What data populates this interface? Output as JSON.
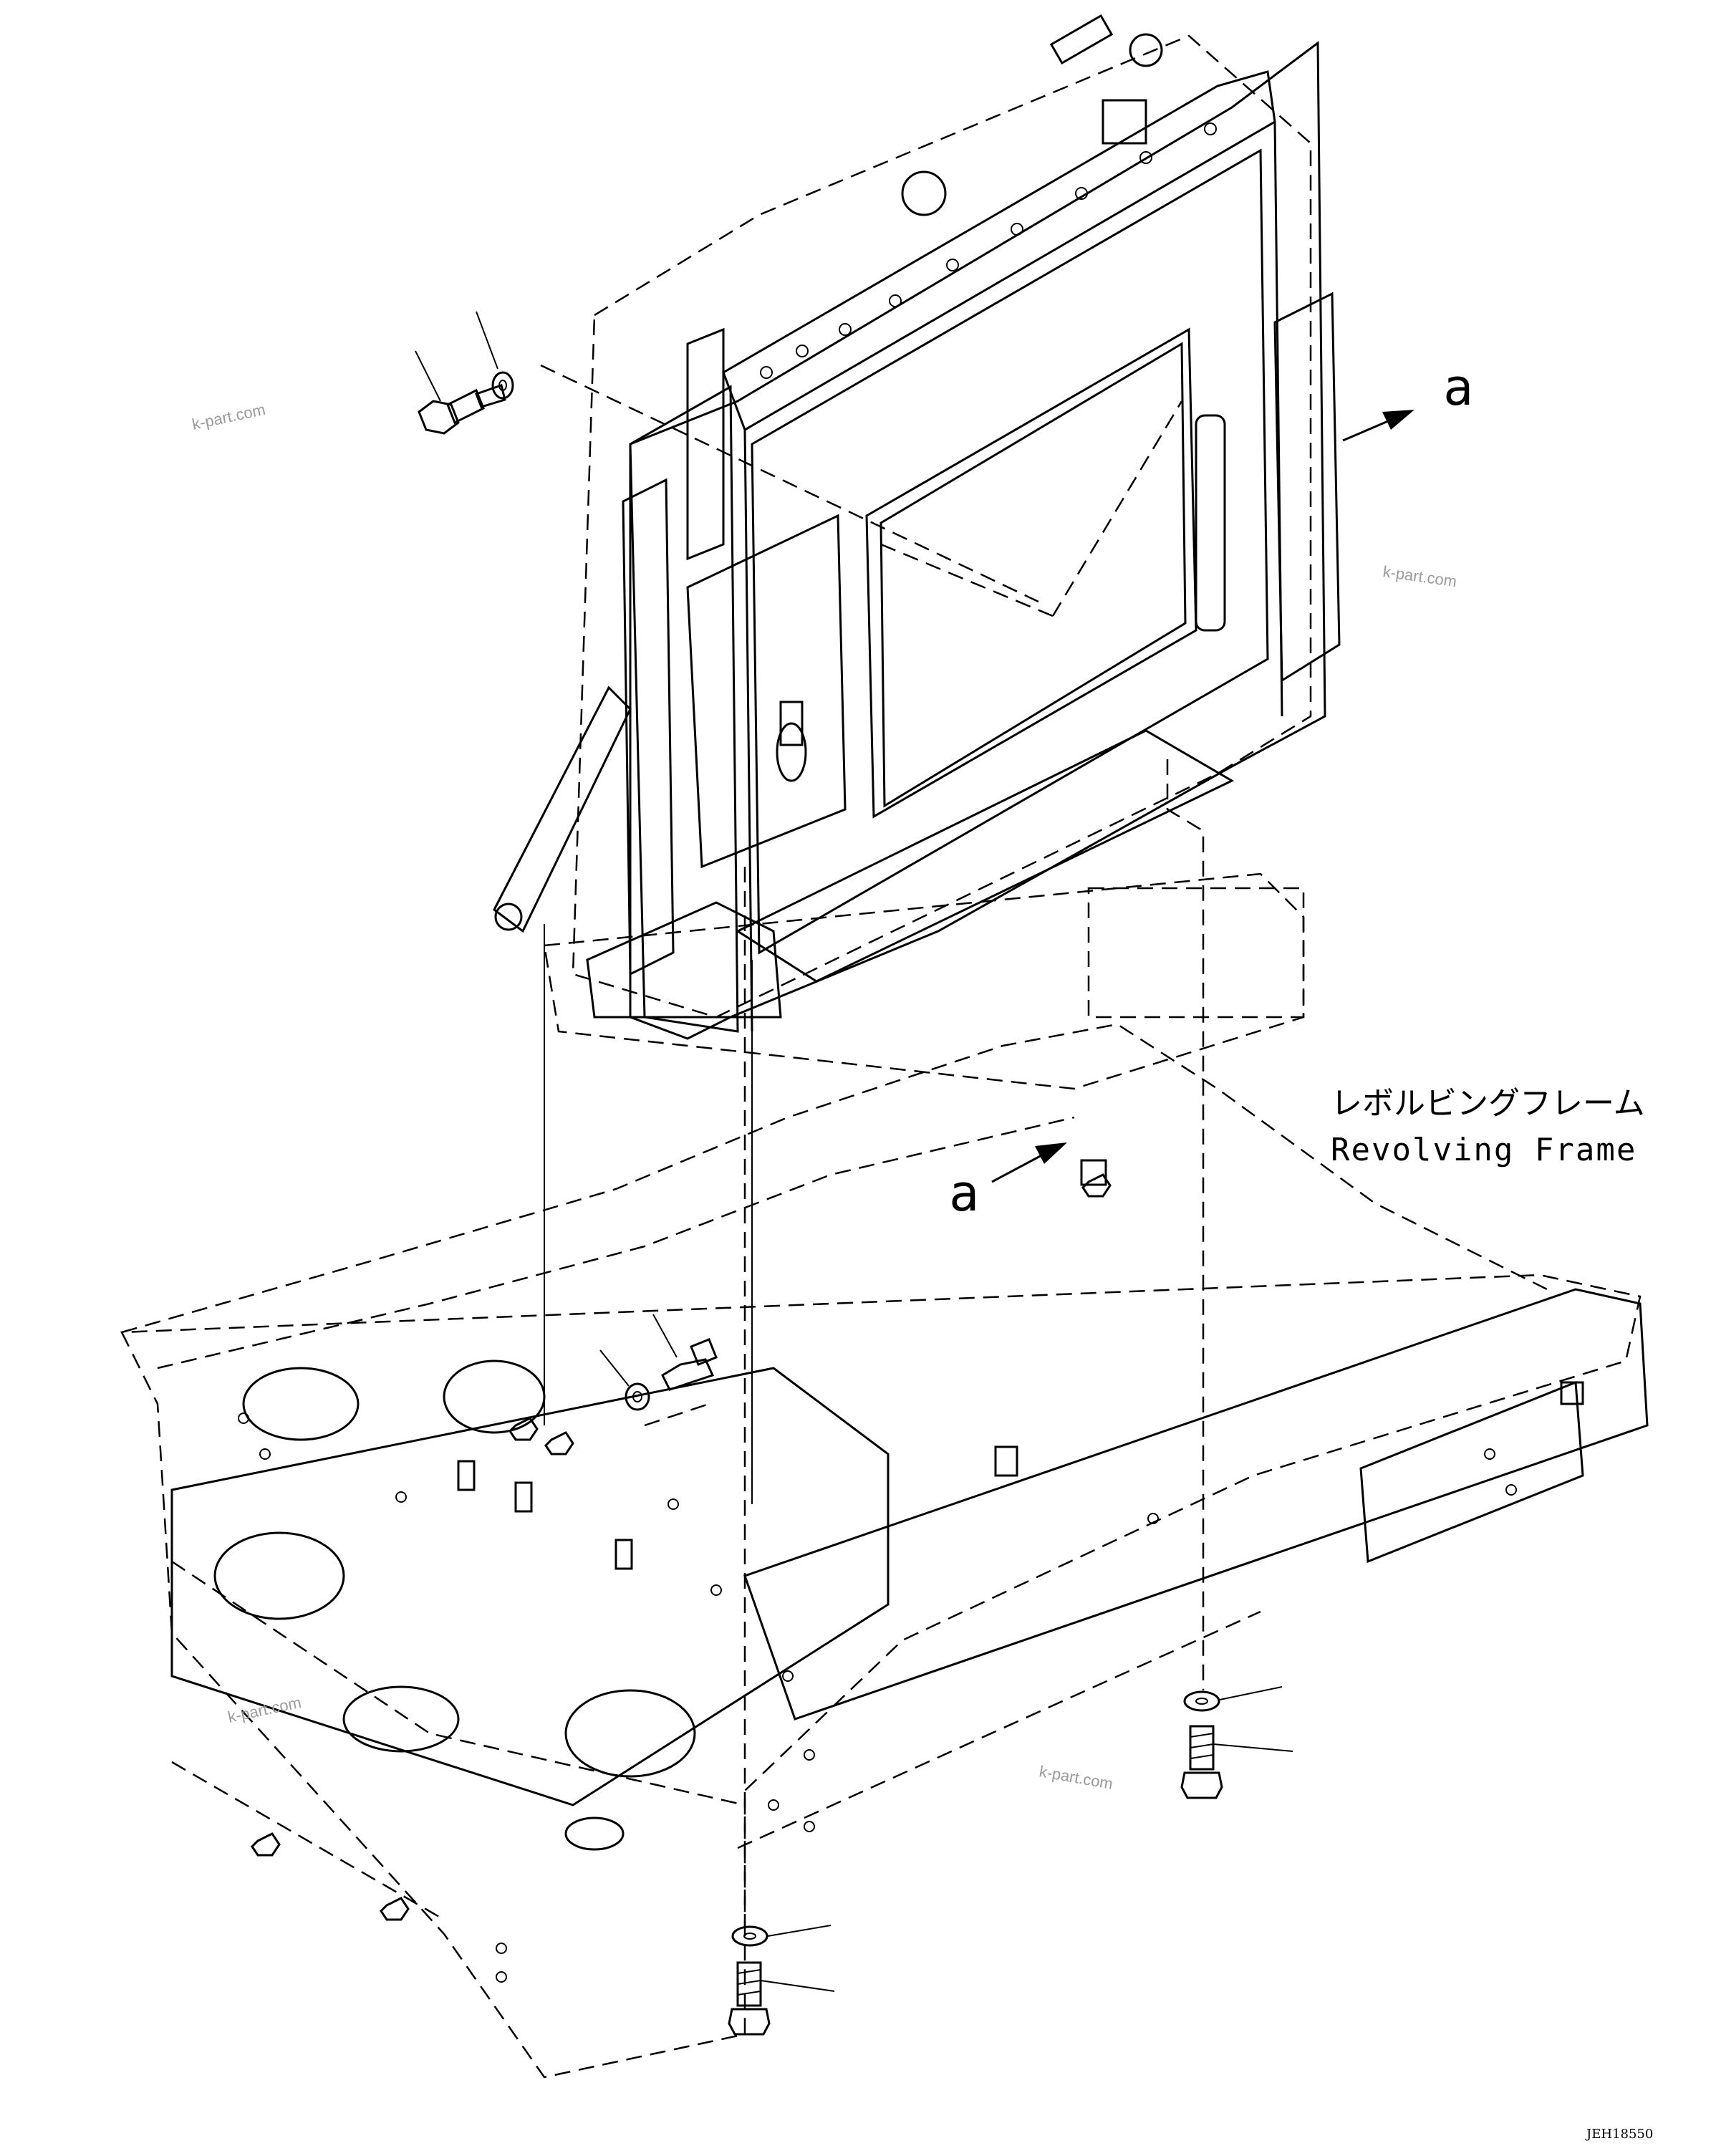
{
  "labels": {
    "frame_jp": "レボルビングフレーム",
    "frame_en": "Revolving Frame",
    "arrow_a_top": "a",
    "arrow_a_mid": "a"
  },
  "watermarks": [
    "k-part.com",
    "k-part.com",
    "k-part.com",
    "k-part.com"
  ],
  "drawing_code": "JEH18550"
}
